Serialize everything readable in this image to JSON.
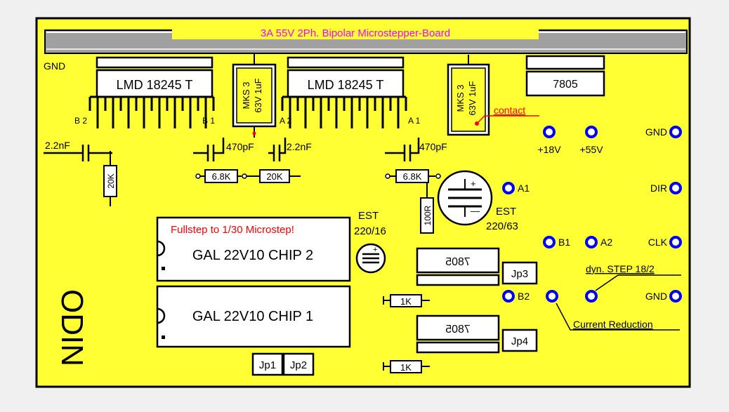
{
  "board": {
    "title": "3A 55V 2Ph. Bipolar Microstepper-Board",
    "brand": "ODIN",
    "colors": {
      "page_background": "#f0f0f0",
      "board": "#ffff33",
      "heatsink": "#a0a0a0",
      "pad": "#0000ff",
      "outline": "#000000",
      "highlight_text": "#ff0000",
      "title_text": "#ff00ff"
    }
  },
  "labels": {
    "gnd_top": "GND",
    "b2_pin": "B 2",
    "b1_pin": "B 1",
    "a2_pin": "A 2",
    "a1_pin": "A 1",
    "contact": "contact",
    "current_reduction": "Current Reduction",
    "dyn_step": "dyn. STEP 18/2"
  },
  "chips": {
    "driver_1": "LMD 18245 T",
    "driver_2": "LMD 18245 T",
    "regulator_top": "7805",
    "regulator_mid": "7805",
    "regulator_bottom": "7805",
    "gal_2": "GAL 22V10  CHIP 2",
    "gal_1": "GAL 22V10  CHIP 1",
    "gal_note": "Fullstep to 1/30 Microstep!"
  },
  "capacitors": {
    "mks_1_line1": "MKS 3",
    "mks_1_line2": "63V 1uF",
    "mks_2_line1": "MKS 3",
    "mks_2_line2": "63V 1uF",
    "c_2n2_left": "2.2nF",
    "c_470p_mid": "470pF",
    "c_2n2_mid": "2.2nF",
    "c_470p_right": "470pF",
    "est_small_label": "EST",
    "est_small_value": "220/16",
    "est_large_label": "EST",
    "est_large_value": "220/63"
  },
  "resistors": {
    "r_20k_vertical": "20K",
    "r_6k8_mid": "6.8K",
    "r_20k_mid": "20K",
    "r_6k8_right": "6.8K",
    "r_100r": "100R",
    "r_1k_top": "1K",
    "r_1k_bottom": "1K"
  },
  "jumpers": {
    "jp1": "Jp1",
    "jp2": "Jp2",
    "jp3": "Jp3",
    "jp4": "Jp4"
  },
  "terminals": {
    "plus18v": "+18V",
    "plus55v": "+55V",
    "gnd_top": "GND",
    "dir": "DIR",
    "a1": "A1",
    "b1": "B1",
    "a2": "A2",
    "clk": "CLK",
    "b2": "B2",
    "gnd_bottom": "GND"
  }
}
